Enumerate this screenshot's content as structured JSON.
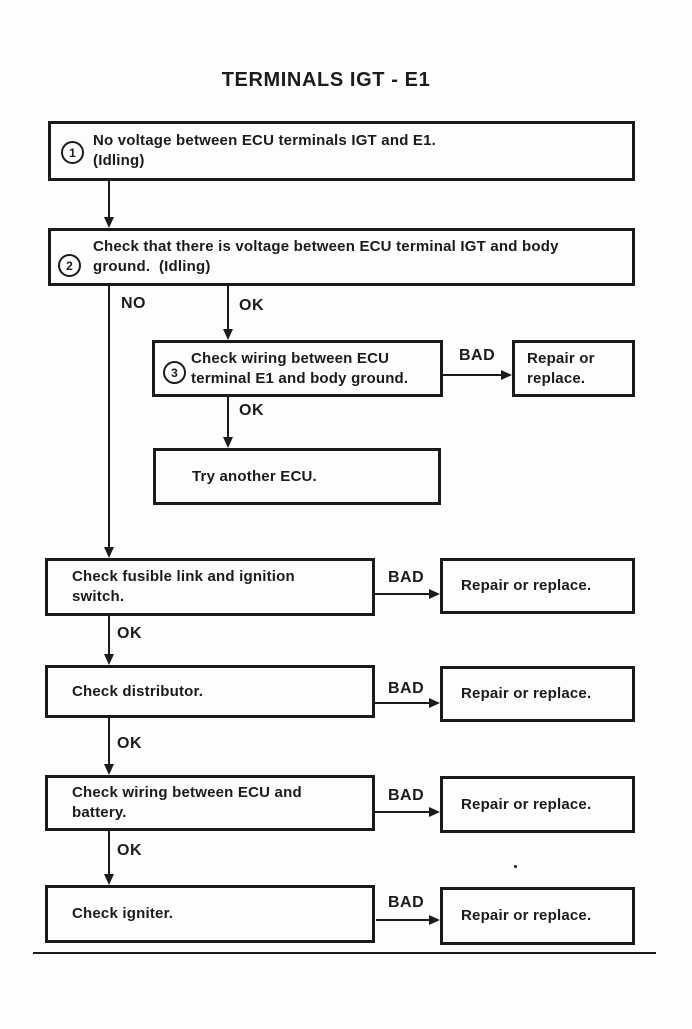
{
  "title": "TERMINALS IGT - E1",
  "colors": {
    "ink": "#1b1b1b",
    "paper": "#fdfdfd"
  },
  "labels": {
    "no": "NO",
    "ok": "OK",
    "bad": "BAD"
  },
  "steps": {
    "step1": {
      "num": "1",
      "line1": "No voltage between ECU terminals IGT and E1.",
      "line2": "(Idling)"
    },
    "step2": {
      "num": "2",
      "line1": "Check that there is voltage between ECU terminal IGT and body",
      "line2": "ground.  (Idling)"
    },
    "step3": {
      "num": "3",
      "line1": "Check wiring between ECU",
      "line2": "terminal E1 and body ground."
    },
    "try_ecu": {
      "line1": "Try another ECU."
    },
    "fusible": {
      "line1": "Check fusible link and ignition",
      "line2": "switch."
    },
    "distributor": {
      "line1": "Check distributor."
    },
    "battery": {
      "line1": "Check wiring between ECU and",
      "line2": "battery."
    },
    "igniter": {
      "line1": "Check igniter."
    }
  },
  "actions": {
    "repair_two_line": {
      "line1": "Repair or",
      "line2": "replace."
    },
    "repair_one_line": "Repair or replace."
  }
}
